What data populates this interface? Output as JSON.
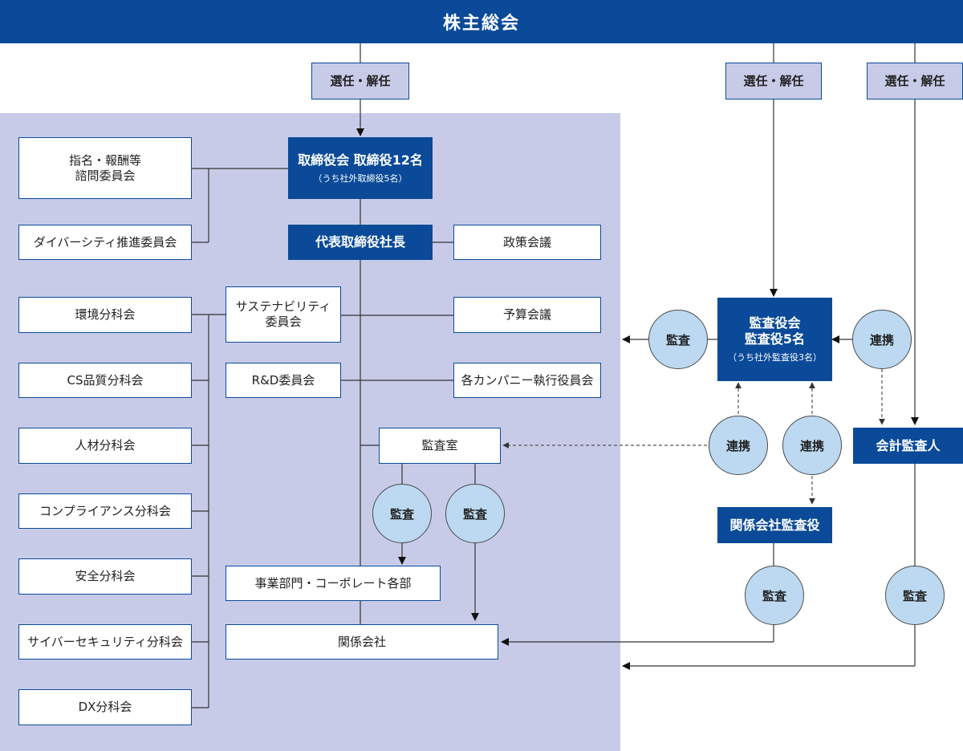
{
  "shareholders": "株主総会",
  "elect_dismiss": [
    "選任・解任",
    "選任・解任",
    "選任・解任"
  ],
  "board": {
    "title": "取締役会 取締役12名",
    "sub": "（うち社外取締役5名）"
  },
  "president": "代表取締役社長",
  "nomination_committee": [
    "指名・報酬等",
    "諮問委員会"
  ],
  "diversity_committee": "ダイバーシティ推進委員会",
  "policy_meeting": "政策会議",
  "budget_meeting": "予算会議",
  "company_committee": "各カンパニー執行役員会",
  "sustainability_committee": [
    "サステナビリティ",
    "委員会"
  ],
  "rd_committee": "R&D委員会",
  "subcommittees": [
    "環境分科会",
    "CS品質分科会",
    "人材分科会",
    "コンプライアンス分科会",
    "安全分科会",
    "サイバーセキュリティ分科会",
    "DX分科会"
  ],
  "audit_office": "監査室",
  "business_divisions": "事業部門・コーポレート各部",
  "affiliates": "関係会社",
  "kansayaku": {
    "line1": "監査役会",
    "line2": "監査役5名",
    "sub": "（うち社外監査役3名）"
  },
  "accounting_auditor": "会計監査人",
  "affiliate_auditors": "関係会社監査役",
  "audit_label": "監査",
  "cooperation_label": "連携",
  "colors": {
    "navy": "#0a4a98",
    "lavender": "#c8cbe8",
    "circle": "#bcd9f1"
  }
}
